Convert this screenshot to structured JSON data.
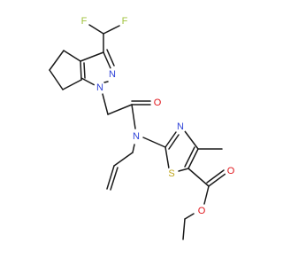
{
  "molecule": {
    "atoms": [
      {
        "id": "F1",
        "label": "F",
        "color": "#9fc23b"
      },
      {
        "id": "F2",
        "label": "F",
        "color": "#9fc23b"
      },
      {
        "id": "N1",
        "label": "N",
        "color": "#2f43d8"
      },
      {
        "id": "N2",
        "label": "N",
        "color": "#2f43d8"
      },
      {
        "id": "O1",
        "label": "O",
        "color": "#e0141a"
      },
      {
        "id": "N3",
        "label": "N",
        "color": "#2f43d8"
      },
      {
        "id": "N4",
        "label": "N",
        "color": "#2f43d8"
      },
      {
        "id": "S1",
        "label": "S",
        "color": "#bfa51a"
      },
      {
        "id": "O2",
        "label": "O",
        "color": "#e0141a"
      },
      {
        "id": "O3",
        "label": "O",
        "color": "#e0141a"
      }
    ],
    "bond_color": "#1a1a1a"
  }
}
